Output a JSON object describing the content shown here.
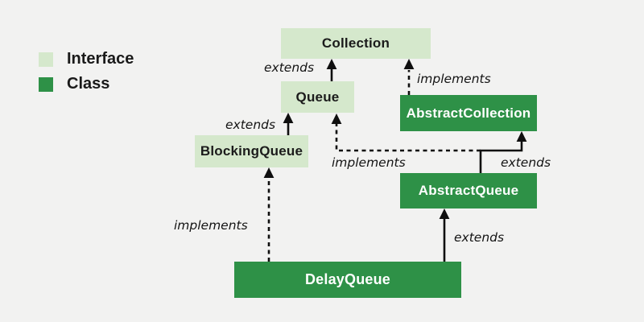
{
  "legend": {
    "items": [
      {
        "label": "Interface",
        "swatch_color": "#d5e8cc"
      },
      {
        "label": "Class",
        "swatch_color": "#2e9147"
      }
    ]
  },
  "colors": {
    "background": "#f2f2f1",
    "interface_fill": "#d5e8cc",
    "class_fill": "#2e9147",
    "line": "#0f0f0f",
    "text_dark": "#1b1b1b",
    "text_light": "#ffffff"
  },
  "nodes": {
    "collection": {
      "label": "Collection",
      "kind": "interface"
    },
    "queue": {
      "label": "Queue",
      "kind": "interface"
    },
    "abstract_collection": {
      "label": "AbstractCollection",
      "kind": "class"
    },
    "blocking_queue": {
      "label": "BlockingQueue",
      "kind": "interface"
    },
    "abstract_queue": {
      "label": "AbstractQueue",
      "kind": "class"
    },
    "delay_queue": {
      "label": "DelayQueue",
      "kind": "class"
    }
  },
  "edges": {
    "queue_extends_collection": {
      "from": "Queue",
      "to": "Collection",
      "label": "extends",
      "style": "solid"
    },
    "abstractcollection_implements_collection": {
      "from": "AbstractCollection",
      "to": "Collection",
      "label": "implements",
      "style": "dashed"
    },
    "blockingqueue_extends_queue": {
      "from": "BlockingQueue",
      "to": "Queue",
      "label": "extends",
      "style": "solid"
    },
    "abstractqueue_implements_queue": {
      "from": "AbstractQueue",
      "to": "Queue",
      "label": "implements",
      "style": "dashed"
    },
    "abstractqueue_extends_abstractcollection": {
      "from": "AbstractQueue",
      "to": "AbstractCollection",
      "label": "extends",
      "style": "solid"
    },
    "delayqueue_implements_blockingqueue": {
      "from": "DelayQueue",
      "to": "BlockingQueue",
      "label": "implements",
      "style": "dashed"
    },
    "delayqueue_extends_abstractqueue": {
      "from": "DelayQueue",
      "to": "AbstractQueue",
      "label": "extends",
      "style": "solid"
    }
  }
}
